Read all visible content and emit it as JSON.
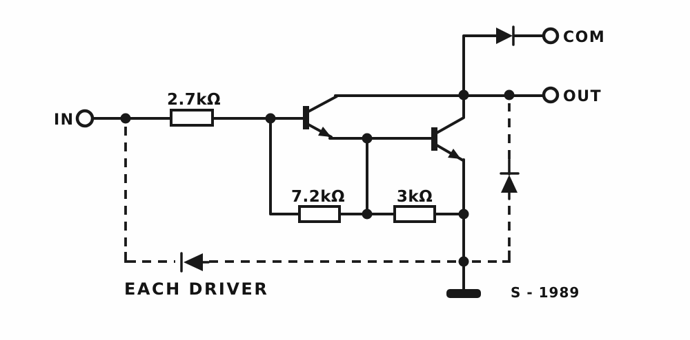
{
  "schematic": {
    "terminals": {
      "in_label": "IN",
      "com_label": "COM",
      "out_label": "OUT"
    },
    "resistors": {
      "input_resistor_value": "2.7kΩ",
      "base_emitter_resistor_value": "7.2kΩ",
      "emitter_resistor_value": "3kΩ"
    },
    "caption": "EACH DRIVER",
    "figure_number": "S - 1989",
    "components": {
      "transistor_count": "2",
      "transistor_type": "NPN Darlington pair",
      "clamp_diode": "collector-to-COM diode",
      "output_diode": "dashed freewheel diode to OUT",
      "input_diode": "dashed diode on EACH DRIVER boundary",
      "ground": "single ground bar"
    },
    "colors": {
      "ink": "#191919",
      "background": "#fefefe"
    }
  }
}
